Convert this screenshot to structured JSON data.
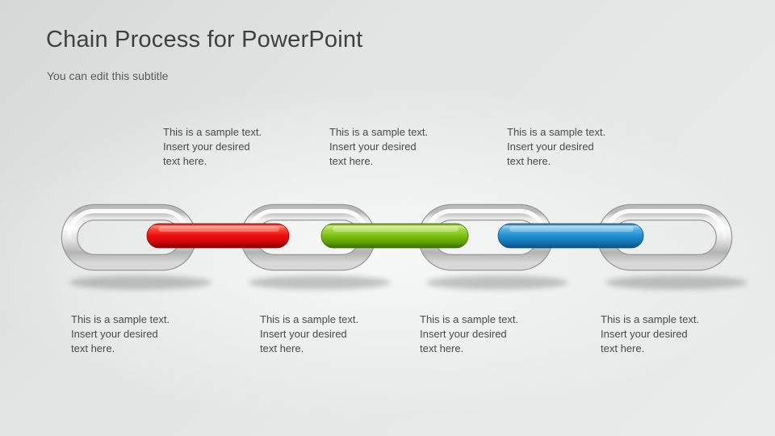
{
  "slide": {
    "title": "Chain Process for PowerPoint",
    "subtitle": "You can edit this subtitle"
  },
  "top_texts": [
    {
      "text": "This is a sample text.\nInsert your desired\ntext here."
    },
    {
      "text": "This is a sample text.\nInsert your desired\ntext here."
    },
    {
      "text": "This is a sample text.\nInsert your desired\ntext here."
    }
  ],
  "bottom_texts": [
    {
      "text": "This is a sample text.\nInsert your desired\ntext here."
    },
    {
      "text": "This is a sample text.\nInsert your desired\ntext here."
    },
    {
      "text": "This is a sample text.\nInsert your desired\ntext here."
    },
    {
      "text": "This is a sample text.\nInsert your desired\ntext here."
    }
  ],
  "chain": {
    "links_count": "4",
    "link_color": "#d9d9d9",
    "connectors": [
      {
        "id": "red",
        "color": "#ee1111"
      },
      {
        "id": "green",
        "color": "#7dc214"
      },
      {
        "id": "blue",
        "color": "#2492d2"
      }
    ]
  },
  "colors": {
    "title_text": "#3f3f3f",
    "subtitle_text": "#595959",
    "body_text": "#4a4a4a",
    "background_edge": "#d6d8d8",
    "background_center": "#f6f7f7"
  }
}
